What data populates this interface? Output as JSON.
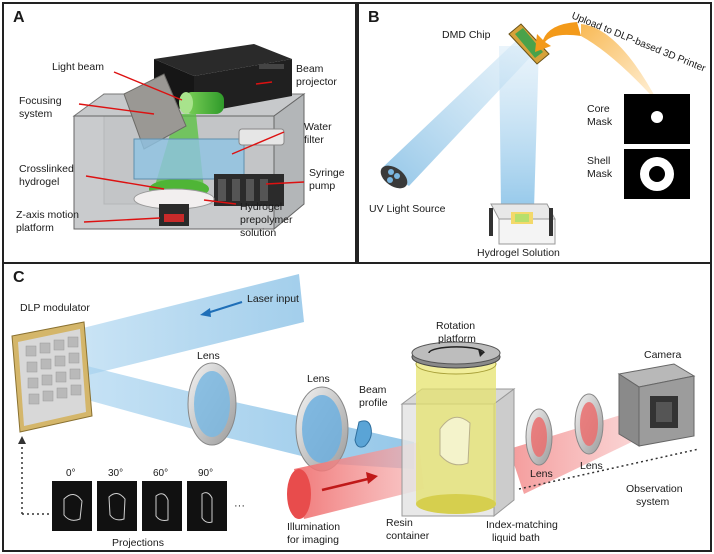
{
  "panel_a": {
    "label": "A",
    "annotations": {
      "light_beam": "Light beam",
      "beam_projector": [
        "Beam",
        "projector"
      ],
      "focusing_system": [
        "Focusing",
        "system"
      ],
      "water_filter": [
        "Water",
        "filter"
      ],
      "crosslinked_hydrogel": [
        "Crosslinked",
        "hydrogel"
      ],
      "syringe_pump": [
        "Syringe",
        "pump"
      ],
      "z_axis_platform": [
        "Z-axis motion",
        "platform"
      ],
      "prepolymer": [
        "Hydrogel",
        "prepolymer",
        "solution"
      ]
    }
  },
  "panel_b": {
    "label": "B",
    "dmd_chip": "DMD Chip",
    "upload": "Upload to DLP-based 3D Printer",
    "core_mask": [
      "Core",
      "Mask"
    ],
    "shell_mask": [
      "Shell",
      "Mask"
    ],
    "uv_source": "UV Light Source",
    "hydrogel_solution": "Hydrogel Solution"
  },
  "panel_c": {
    "label": "C",
    "dlp_modulator": "DLP modulator",
    "laser_input": "Laser input",
    "lens_1": "Lens",
    "lens_2": "Lens",
    "lens_3": "Lens",
    "lens_4": "Lens",
    "beam_profile": [
      "Beam",
      "profile"
    ],
    "rotation_platform": [
      "Rotation",
      "platform"
    ],
    "camera": "Camera",
    "observation": [
      "Observation",
      "system"
    ],
    "illumination": [
      "Illumination",
      "for imaging"
    ],
    "resin": [
      "Resin",
      "container"
    ],
    "index_matching": [
      "Index-matching",
      "liquid bath"
    ],
    "projections_label": "Projections",
    "angles": [
      "0°",
      "30°",
      "60°",
      "90°"
    ],
    "ellipsis": "···"
  }
}
